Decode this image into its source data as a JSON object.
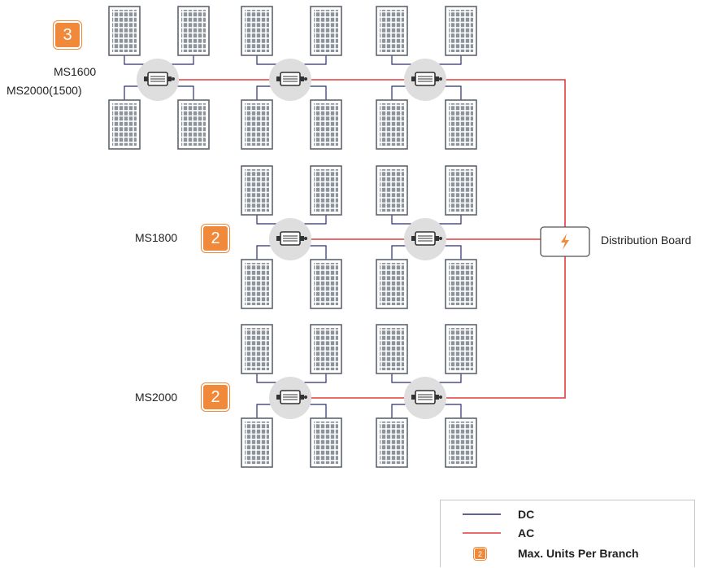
{
  "branches": [
    {
      "models": [
        "MS1600",
        "MS2000(1500)"
      ],
      "max_units": "3"
    },
    {
      "models": [
        "MS1800"
      ],
      "max_units": "2"
    },
    {
      "models": [
        "MS2000"
      ],
      "max_units": "2"
    }
  ],
  "distribution_board": {
    "label": "Distribution Board"
  },
  "legend": {
    "dc_label": "DC",
    "ac_label": "AC",
    "badge_value": "2",
    "badge_label": "Max. Units Per Branch"
  },
  "colors": {
    "dc_line": "#2b2f6e",
    "ac_line": "#e23b3b",
    "badge": "#f08a3a",
    "panel_fill": "#eef0f3",
    "panel_stroke": "#5f6670",
    "inverter_circle": "#dedede"
  },
  "icons": {
    "panel": "solar-panel-icon",
    "inverter": "microinverter-icon",
    "board": "lightning-icon"
  }
}
